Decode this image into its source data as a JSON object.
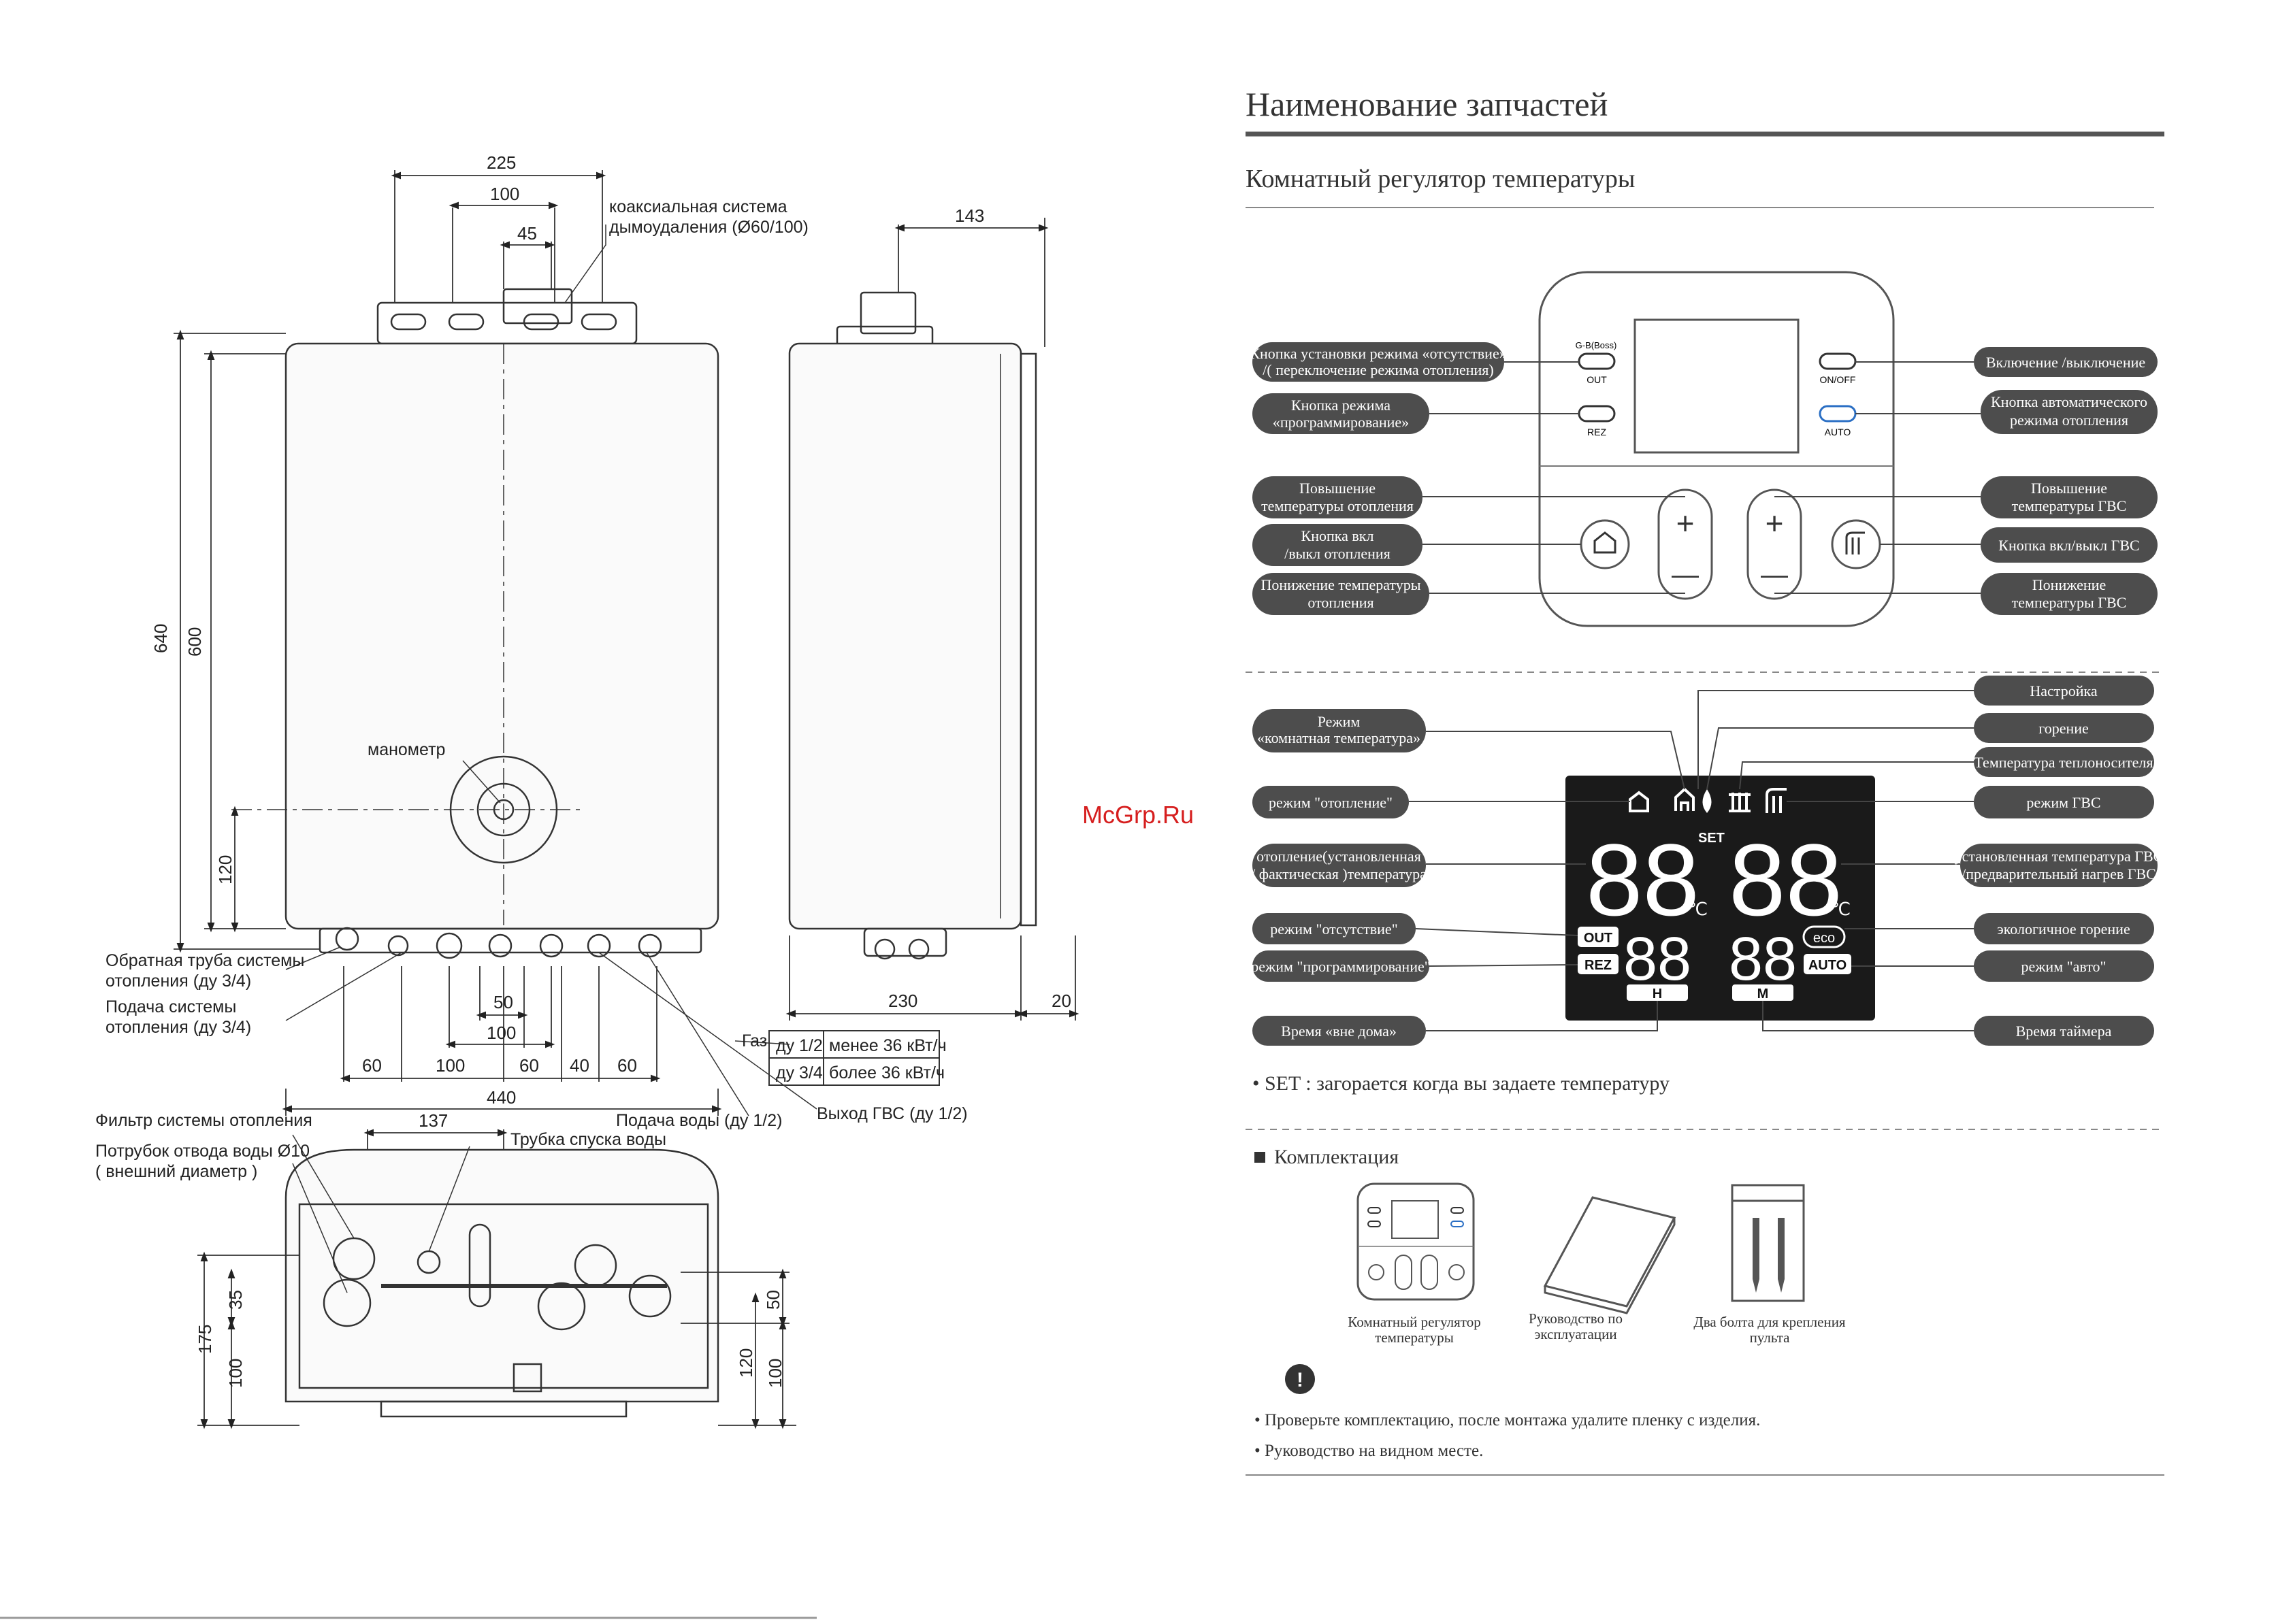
{
  "watermark": "McGrp.Ru",
  "drawing": {
    "dims": {
      "d225": "225",
      "d100": "100",
      "d45": "45",
      "d143": "143",
      "d640": "640",
      "d600": "600",
      "d120": "120",
      "d50": "50",
      "d100b": "100",
      "d230": "230",
      "d20": "20",
      "d60a": "60",
      "d100c": "100",
      "d60b": "60",
      "d40": "40",
      "d60c": "60",
      "d440": "440",
      "d137": "137",
      "d35": "35",
      "d175": "175",
      "d100d": "100",
      "d50b": "50",
      "d120b": "120",
      "d100e": "100"
    },
    "labels": {
      "coax_1": "коаксиальная система",
      "coax_2": "дымоудаления (Ø60/100)",
      "manometer": "манометр",
      "return_1": "Обратная труба системы",
      "return_2": "отопления (ду 3/4)",
      "supply_1": "Подача системы",
      "supply_2": "отопления (ду 3/4)",
      "gas": "Газ",
      "water_supply": "Подача воды (ду 1/2)",
      "dhw_out": "Выход ГВС  (ду 1/2)",
      "filter": "Фильтр системы отопления",
      "drain_1": "Потрубок отвода воды Ø10",
      "drain_2": "( внешний диаметр )",
      "drain_tube": "Трубка спуска воды"
    },
    "gas_table": [
      [
        "ду 1/2",
        "менее 36 кВт/ч"
      ],
      [
        "ду 3/4",
        "более 36 кВт/ч"
      ]
    ]
  },
  "parts": {
    "title": "Наименование запчастей",
    "subtitle": "Комнатный регулятор температуры",
    "controller": {
      "btn_gb_label": "G-B(Boss)",
      "btn_out_label": "OUT",
      "btn_rez_label": "REZ",
      "btn_onoff_label": "ON/OFF",
      "btn_auto_label": "AUTO",
      "plus": "+",
      "minus": "—"
    },
    "callouts_left": {
      "absent_1": "Кнопка установки режима «отсутствие»",
      "absent_2": "/( переключение режима отопления)",
      "prog_1": "Кнопка режима",
      "prog_2": "«программирование»",
      "heat_up_1": "Повышение",
      "heat_up_2": "температуры отопления",
      "heat_onoff_1": "Кнопка вкл",
      "heat_onoff_2": "/выкл отопления",
      "heat_down_1": "Понижение температуры",
      "heat_down_2": "отопления"
    },
    "callouts_right": {
      "onoff": "Включение /выключение",
      "auto_1": "Кнопка автоматического",
      "auto_2": "режима отопления",
      "dhw_up_1": "Повышение",
      "dhw_up_2": "температуры ГВС",
      "dhw_onoff": "Кнопка вкл/выкл ГВС",
      "dhw_down_1": "Понижение",
      "dhw_down_2": "температуры  ГВС"
    },
    "display": {
      "digits_left": "88",
      "digits_right": "88",
      "small_left": "88",
      "small_right": "88",
      "unit_c": "℃",
      "set": "SET",
      "out": "OUT",
      "rez": "REZ",
      "eco": "eco",
      "auto": "AUTO",
      "h": "H",
      "m": "M"
    },
    "display_callouts": {
      "setting": "Настройка",
      "room_1": "Режим",
      "room_2": "«комнатная температура»",
      "burning": "горение",
      "coolant": "Температура теплоносителя",
      "heating_mode": "режим \"отопление\"",
      "dhw_mode": "режим ГВС",
      "heat_temp_1": "отопление(установленная",
      "heat_temp_2": "/ фактическая )температура",
      "dhw_temp_1": "установленная температура ГВС",
      "dhw_temp_2": "/предварительный нагрев ГВС",
      "absent_mode": "режим \"отсутствие\"",
      "eco_burn": "экологичное горение",
      "prog_mode": "режим \"программирование\"",
      "auto_mode": "режим \"авто\"",
      "away_time": "Время «вне дома»",
      "timer_time": "Время таймера"
    },
    "set_note": "• SET : загорается когда вы задаете температуру",
    "kit": {
      "title": "Комплектация",
      "item1_1": "Комнатный регулятор",
      "item1_2": "температуры",
      "item2_1": "Руководство по",
      "item2_2": "эксплуатации",
      "item3_1": "Два болта для крепления",
      "item3_2": "пульта",
      "notice_mark": "!",
      "note1": "• Проверьте комплектацию, после монтажа удалите пленку с изделия.",
      "note2": "• Руководство на видном месте."
    }
  }
}
